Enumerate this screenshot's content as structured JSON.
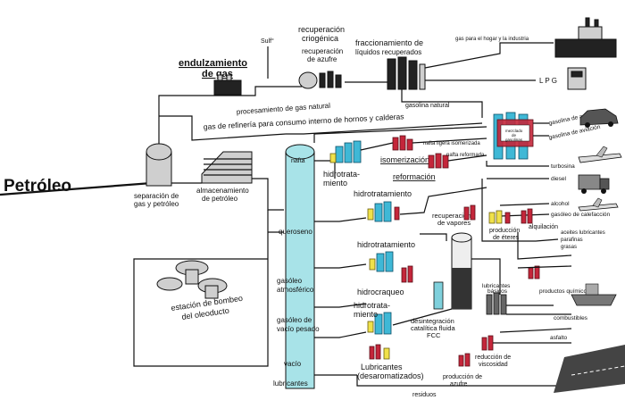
{
  "labels": {
    "title": "Petróleo",
    "endulzamiento": "endulzamiento",
    "de_gas": "de gas",
    "s8": "Sulf°",
    "recup_crio_1": "recuperación",
    "recup_crio_2": "criogénica",
    "recup_azufre_1": "recuperación",
    "recup_azufre_2": "de azufre",
    "fracc_1": "fraccionamiento de",
    "fracc_2": "líquidos recuperados",
    "gas_hogar": "gas para el hogar y la industria",
    "lpg": "L P G",
    "proc_gas": "procesamiento de gas natural",
    "gasolina_natural": "gasolina natural",
    "gas_refineria": "gas de refinería para consumo interno de hornos y calderas",
    "separacion_1": "separación de",
    "separacion_2": "gas y petróleo",
    "almacen_1": "almacenamiento",
    "almacen_2": "de petróleo",
    "estacion_1": "estación de bombeo",
    "estacion_2": "del oleoducto",
    "nafta": "nafta",
    "hidro_1a": "hidrotrata-",
    "hidro_1b": "miento",
    "isomerizacion": "isomerización",
    "reformacion": "reformación",
    "nafta_isom": "nafta ligera isomerizada",
    "nafta_reform": "nafta reformada",
    "mezcla_1": "mezclado",
    "mezcla_2": "de",
    "mezcla_3": "gasolinas",
    "gasolina_auto": "gasolina de automóvil",
    "gasolina_av": "gasolina de aviación",
    "turbosina": "turbosina",
    "diesel": "diesel",
    "alcohol": "alcohol",
    "gasoleo_calef": "gasóleo de calefacción",
    "queroseno": "queroseno",
    "hidrotratamiento_1": "hidrotratamiento",
    "hidrotratamiento_2": "hidrotratamiento",
    "hidrocraqueo": "hidrocraqueo",
    "gasoleo_atm_1": "gasóleo",
    "gasoleo_atm_2": "atmosférico",
    "recup_vapores_1": "recuperación",
    "recup_vapores_2": "de vapores",
    "alquilacion": "alquilación",
    "produccion_eteres_1": "producción",
    "produccion_eteres_2": "de éteres",
    "aceites_lub_1": "aceites lubricantes",
    "aceites_lub_2": "parafinas",
    "aceites_lub_3": "grasas",
    "hidrotrat_3a": "hidrotrata-",
    "hidrotrat_3b": "miento",
    "gasoleo_vac_1": "gasóleo de",
    "gasoleo_vac_2": "vacío pesado",
    "desint_1": "desintegración",
    "desint_2": "catalítica fluida",
    "desint_3": "FCC",
    "lubricantes_base_1": "lubricantes",
    "lubricantes_base_2": "básicos",
    "reduccion_visc_1": "reducción de",
    "reduccion_visc_2": "viscosidad",
    "produccion_azufre_1": "producción de",
    "produccion_azufre_2": "azufre",
    "productos_quimicos": "productos químicos",
    "combustibles": "combustibles",
    "asfalto": "asfalto",
    "vacio": "vacío",
    "lubricantes_1": "Lubricantes",
    "lubricantes_2": "(desaromatizados)",
    "residuos": "residuos",
    "lubricantes_col": "lubricantes"
  },
  "icons": {
    "car": "car-icon",
    "plane": "plane-icon",
    "truck": "truck-icon",
    "factory": "factory-icon",
    "ship": "ship-icon",
    "gas_cylinder": "gas-cylinder-icon"
  },
  "colors": {
    "cyan": "#3fb8d6",
    "red": "#c4263a",
    "yellow": "#f0e14a",
    "tower": "#a8e3e8",
    "gray": "#cfcfcf"
  }
}
